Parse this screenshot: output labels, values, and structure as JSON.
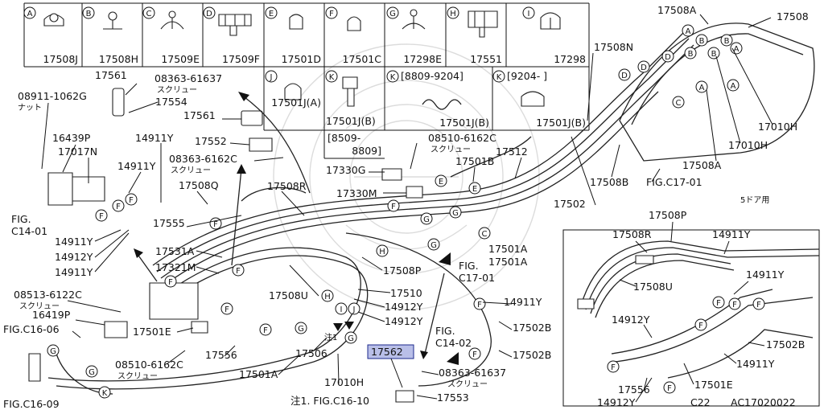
{
  "legend_cells": [
    {
      "letter": "A",
      "part": "17508J"
    },
    {
      "letter": "B",
      "part": "17508H"
    },
    {
      "letter": "C",
      "part": "17509E"
    },
    {
      "letter": "D",
      "part": "17509F"
    },
    {
      "letter": "E",
      "part": "17501D"
    },
    {
      "letter": "F",
      "part": "17501C"
    },
    {
      "letter": "G",
      "part": "17298E"
    },
    {
      "letter": "H",
      "part": "17551"
    },
    {
      "letter": "I",
      "part": "17298"
    }
  ],
  "legend_row2": {
    "j": {
      "letter": "J",
      "part": "17501J(A)"
    },
    "k": {
      "letter": "K",
      "part": "17501J(B)",
      "range1": "[8509-",
      "range2": "8809]"
    },
    "k2": {
      "letter": "K",
      "date": "[8809-9204]",
      "part": "17501J(B)"
    },
    "k3": {
      "letter": "K",
      "date": "[9204-      ]",
      "part": "17501J(B)"
    }
  },
  "labels": {
    "l17508A_top": "17508A",
    "l17508_top": "17508",
    "l17508N": "17508N",
    "l17561_a": "17561",
    "l08363_a": "08363-61637",
    "l_screw_a": "スクリュー",
    "l08911": "08911-1062G",
    "l_nut": "ナット",
    "l17554": "17554",
    "l17561_b": "17561",
    "l17552": "17552",
    "l08363_b": "08363-6162C",
    "l_screw_b": "スクリュー",
    "l16439P": "16439P",
    "l17017N": "17017N",
    "l14911Y_a": "14911Y",
    "l14911Y_b": "14911Y",
    "l17508Q": "17508Q",
    "l17508R": "17508R",
    "l08510_a": "08510-6162C",
    "l_screw_c": "スクリュー",
    "l17512": "17512",
    "l17501B": "17501B",
    "l17330G": "17330G",
    "l17330M": "17330M",
    "l17508B": "17508B",
    "l17502": "17502",
    "l_fig17": "FIG.C17-01",
    "l17508A_b": "17508A",
    "l17010H_a": "17010H",
    "l17010H_b": "17010H",
    "l_5door": "5ドア用",
    "l_fig14a": "FIG.",
    "l_fig14b": "C14-01",
    "l17555": "17555",
    "l14911Y_c": "14911Y",
    "l14912Y_a": "14912Y",
    "l14911Y_d": "14911Y",
    "l17531A": "17531A",
    "l17321M": "17321M",
    "l17508U": "17508U",
    "l17501A_a": "17501A",
    "l17501A_b": "17501A",
    "l17508P": "17508P",
    "l_fig17b1": "FIG.",
    "l_fig17b2": "C17-01",
    "l17510": "17510",
    "l14912Y_b": "14912Y",
    "l14912Y_c": "14912Y",
    "l08513": "08513-6122C",
    "l_screw_d": "スクリュー",
    "l16419P": "16419P",
    "l_figc1606": "FIG.C16-06",
    "l17501E": "17501E",
    "l17556": "17556",
    "l08510_b": "08510-6162C",
    "l_screw_e": "スクリュー",
    "l_note": "注1",
    "l17506": "17506",
    "l17501A_c": "17501A",
    "l17010H_c": "17010H",
    "l_fig1609": "FIG.C16-09",
    "l_note_fig": "注1. FIG.C16-10",
    "l17562": "17562",
    "l08363_c": "08363-61637",
    "l_screw_f": "スクリュー",
    "l17553": "17553",
    "l_figc1402a": "FIG.",
    "l_figc1402b": "C14-02",
    "l14911Y_e": "14911Y",
    "l17502B_a": "17502B",
    "l17502B_b": "17502B",
    "i17508P": "17508P",
    "i17508R": "17508R",
    "i14911Y_a": "14911Y",
    "i17508U": "17508U",
    "i14911Y_b": "14911Y",
    "i14912Y": "14912Y",
    "i17502B": "17502B",
    "i14911Y_c": "14911Y",
    "i17501E": "17501E",
    "i17556": "17556",
    "i14912Y_b": "14912Y",
    "code_c22": "C22",
    "code_ac": "AC17020022"
  },
  "colors": {
    "highlight_fill": "#b9bfe8",
    "highlight_border": "#1c2a8c"
  }
}
